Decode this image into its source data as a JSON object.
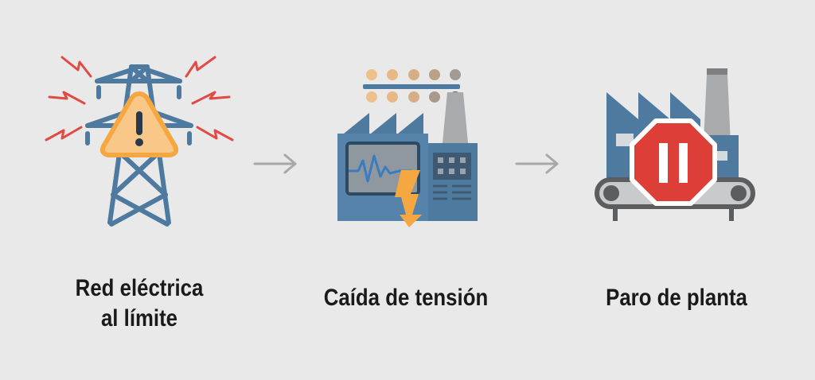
{
  "diagram": {
    "type": "process-flow",
    "steps": [
      {
        "label": "Red eléctrica\nal límite",
        "icon": "power-tower-warning-icon"
      },
      {
        "label": "Caída de tensión",
        "icon": "factory-voltage-drop-icon"
      },
      {
        "label": "Paro de planta",
        "icon": "factory-stop-pause-icon"
      }
    ],
    "connectors": [
      {
        "from": 0,
        "to": 1,
        "icon": "arrow-right-icon"
      },
      {
        "from": 1,
        "to": 2,
        "icon": "arrow-right-icon"
      }
    ]
  },
  "colors": {
    "background": "#e9e9ea",
    "steel_blue": "#4f7aa0",
    "warning_orange": "#f5a742",
    "warning_fill": "#f9c889",
    "spark_red": "#e24a43",
    "stop_red": "#dd3f38",
    "chimney_gray": "#a9aaab",
    "arrow_gray": "#a8a8a8",
    "text": "#1a1a1a"
  }
}
